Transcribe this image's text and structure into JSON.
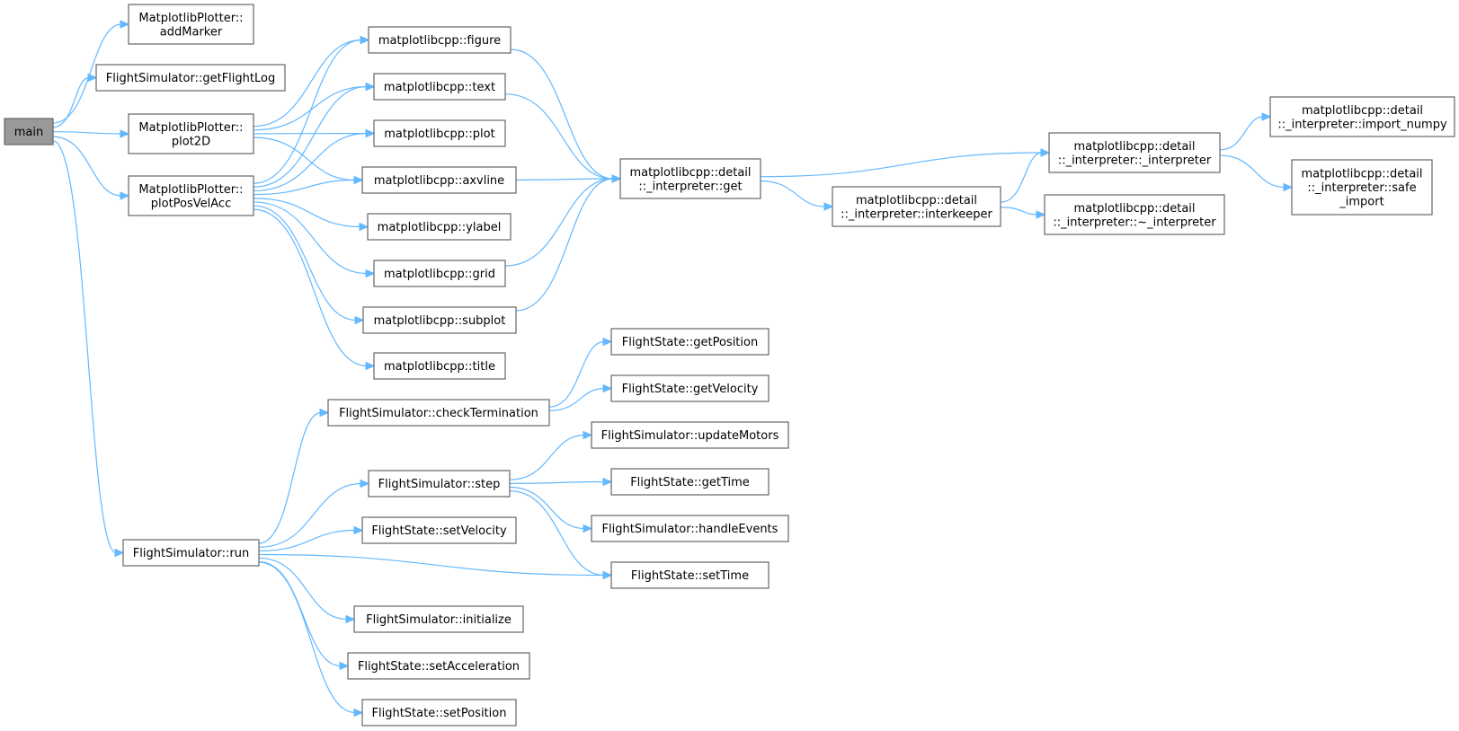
{
  "graph": {
    "nodes": [
      {
        "id": "main",
        "lines": [
          "main"
        ],
        "root": true
      },
      {
        "id": "addMarker",
        "lines": [
          "MatplotlibPlotter::",
          "addMarker"
        ]
      },
      {
        "id": "getFlightLog",
        "lines": [
          "FlightSimulator::getFlightLog"
        ]
      },
      {
        "id": "plot2D",
        "lines": [
          "MatplotlibPlotter::",
          "plot2D"
        ]
      },
      {
        "id": "plotPosVelAcc",
        "lines": [
          "MatplotlibPlotter::",
          "plotPosVelAcc"
        ]
      },
      {
        "id": "run",
        "lines": [
          "FlightSimulator::run"
        ]
      },
      {
        "id": "figure",
        "lines": [
          "matplotlibcpp::figure"
        ]
      },
      {
        "id": "text",
        "lines": [
          "matplotlibcpp::text"
        ]
      },
      {
        "id": "plot",
        "lines": [
          "matplotlibcpp::plot"
        ]
      },
      {
        "id": "axvline",
        "lines": [
          "matplotlibcpp::axvline"
        ]
      },
      {
        "id": "ylabel",
        "lines": [
          "matplotlibcpp::ylabel"
        ]
      },
      {
        "id": "grid",
        "lines": [
          "matplotlibcpp::grid"
        ]
      },
      {
        "id": "subplot",
        "lines": [
          "matplotlibcpp::subplot"
        ]
      },
      {
        "id": "title",
        "lines": [
          "matplotlibcpp::title"
        ]
      },
      {
        "id": "checkTermination",
        "lines": [
          "FlightSimulator::checkTermination"
        ]
      },
      {
        "id": "step",
        "lines": [
          "FlightSimulator::step"
        ]
      },
      {
        "id": "setVelocity",
        "lines": [
          "FlightState::setVelocity"
        ]
      },
      {
        "id": "initialize",
        "lines": [
          "FlightSimulator::initialize"
        ]
      },
      {
        "id": "setAcceleration",
        "lines": [
          "FlightState::setAcceleration"
        ]
      },
      {
        "id": "setPosition",
        "lines": [
          "FlightState::setPosition"
        ]
      },
      {
        "id": "interpGet",
        "lines": [
          "matplotlibcpp::detail",
          "::_interpreter::get"
        ]
      },
      {
        "id": "getPosition",
        "lines": [
          "FlightState::getPosition"
        ]
      },
      {
        "id": "getVelocity",
        "lines": [
          "FlightState::getVelocity"
        ]
      },
      {
        "id": "updateMotors",
        "lines": [
          "FlightSimulator::updateMotors"
        ]
      },
      {
        "id": "getTime",
        "lines": [
          "FlightState::getTime"
        ]
      },
      {
        "id": "handleEvents",
        "lines": [
          "FlightSimulator::handleEvents"
        ]
      },
      {
        "id": "setTime",
        "lines": [
          "FlightState::setTime"
        ]
      },
      {
        "id": "interkeeper",
        "lines": [
          "matplotlibcpp::detail",
          "::_interpreter::interkeeper"
        ]
      },
      {
        "id": "interpCtor",
        "lines": [
          "matplotlibcpp::detail",
          "::_interpreter::_interpreter"
        ]
      },
      {
        "id": "interpDtor",
        "lines": [
          "matplotlibcpp::detail",
          "::_interpreter::~_interpreter"
        ]
      },
      {
        "id": "importNumpy",
        "lines": [
          "matplotlibcpp::detail",
          "::_interpreter::import_numpy"
        ]
      },
      {
        "id": "safeImport",
        "lines": [
          "matplotlibcpp::detail",
          "::_interpreter::safe",
          "_import"
        ]
      }
    ],
    "edges": [
      {
        "from": "main",
        "to": "addMarker"
      },
      {
        "from": "main",
        "to": "getFlightLog"
      },
      {
        "from": "main",
        "to": "plot2D"
      },
      {
        "from": "main",
        "to": "plotPosVelAcc"
      },
      {
        "from": "main",
        "to": "run"
      },
      {
        "from": "plot2D",
        "to": "figure"
      },
      {
        "from": "plot2D",
        "to": "text"
      },
      {
        "from": "plot2D",
        "to": "plot"
      },
      {
        "from": "plot2D",
        "to": "axvline"
      },
      {
        "from": "plotPosVelAcc",
        "to": "figure"
      },
      {
        "from": "plotPosVelAcc",
        "to": "text"
      },
      {
        "from": "plotPosVelAcc",
        "to": "plot"
      },
      {
        "from": "plotPosVelAcc",
        "to": "axvline"
      },
      {
        "from": "plotPosVelAcc",
        "to": "ylabel"
      },
      {
        "from": "plotPosVelAcc",
        "to": "grid"
      },
      {
        "from": "plotPosVelAcc",
        "to": "subplot"
      },
      {
        "from": "plotPosVelAcc",
        "to": "title"
      },
      {
        "from": "figure",
        "to": "interpGet"
      },
      {
        "from": "text",
        "to": "interpGet"
      },
      {
        "from": "axvline",
        "to": "interpGet"
      },
      {
        "from": "grid",
        "to": "interpGet"
      },
      {
        "from": "subplot",
        "to": "interpGet"
      },
      {
        "from": "interpGet",
        "to": "interpCtor"
      },
      {
        "from": "interpGet",
        "to": "interkeeper"
      },
      {
        "from": "interkeeper",
        "to": "interpCtor"
      },
      {
        "from": "interkeeper",
        "to": "interpDtor"
      },
      {
        "from": "interpCtor",
        "to": "importNumpy"
      },
      {
        "from": "interpCtor",
        "to": "safeImport"
      },
      {
        "from": "run",
        "to": "checkTermination"
      },
      {
        "from": "run",
        "to": "step"
      },
      {
        "from": "run",
        "to": "setVelocity"
      },
      {
        "from": "run",
        "to": "setTime"
      },
      {
        "from": "run",
        "to": "initialize"
      },
      {
        "from": "run",
        "to": "setAcceleration"
      },
      {
        "from": "run",
        "to": "setPosition"
      },
      {
        "from": "checkTermination",
        "to": "getPosition"
      },
      {
        "from": "checkTermination",
        "to": "getVelocity"
      },
      {
        "from": "step",
        "to": "updateMotors"
      },
      {
        "from": "step",
        "to": "getTime"
      },
      {
        "from": "step",
        "to": "handleEvents"
      },
      {
        "from": "step",
        "to": "setTime"
      }
    ]
  }
}
